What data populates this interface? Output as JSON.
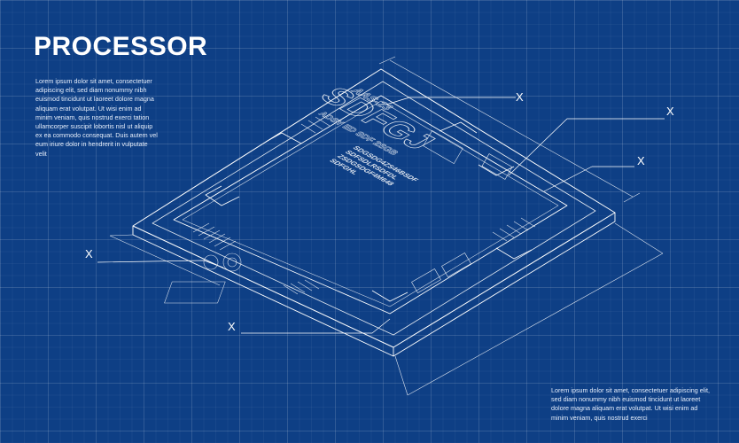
{
  "title": "PROCESSOR",
  "paragraph_left": "Lorem ipsum dolor sit amet, consectetuer adipiscing elit, sed diam nonummy nibh euismod tincidunt ut laoreet dolore magna aliquam erat volutpat. Ut wisi enim ad minim veniam, quis nostrud exerci tation ullamcorper suscipit lobortis nisl ut aliquip ex ea commodo consequat. Duis autem vel eum iriure dolor in hendrerit in vulputate velit",
  "paragraph_right": "Lorem ipsum dolor sit amet, consectetuer adipiscing elit, sed diam nonummy nibh euismod tincidunt ut laoreet dolore magna aliquam erat volutpat. Ut wisi enim ad minim veniam, quis nostrud exerci",
  "chip": {
    "model": "AAS-23",
    "brand": "SDFGJ",
    "subtitle": "ADSY ED SDF 2SGB",
    "codes": [
      "SDGSDG4ZS46BSDF",
      "SDFSDLRSDFDL",
      "ZSDGSDGF4M648",
      "SDFGHL"
    ]
  },
  "callouts": [
    "X",
    "X",
    "X",
    "X",
    "X"
  ]
}
